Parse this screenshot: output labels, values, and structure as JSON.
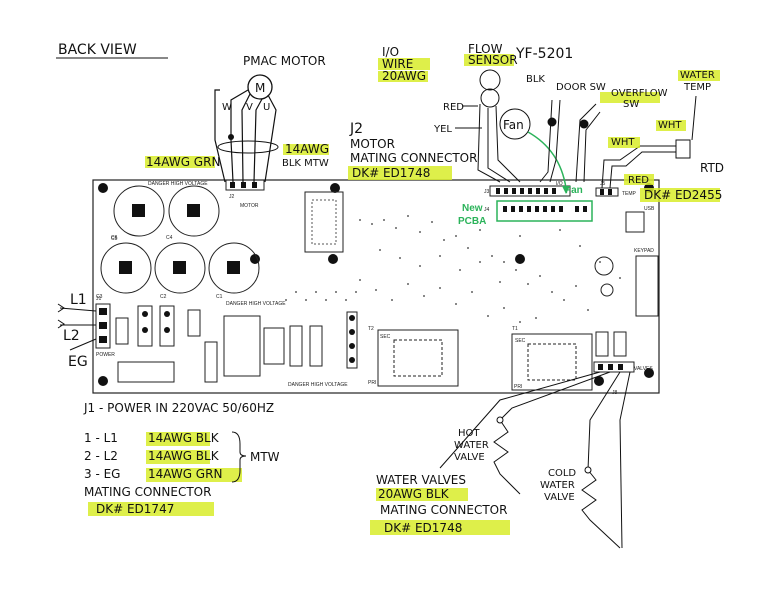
{
  "title": "BACK VIEW",
  "colors": {
    "highlight": "#d8ec2a",
    "annotation": "#2bb35a",
    "ink": "#111111"
  },
  "motor": {
    "label": "PMAC MOTOR",
    "symbol": "M",
    "terminals": [
      "W",
      "V",
      "U"
    ],
    "ground_wire": "14AWG GRN",
    "wire_spec": "14AWG",
    "wire_spec2": "BLK MTW",
    "connector_title": "J2",
    "connector_line1": "MOTOR",
    "connector_line2": "MATING CONNECTOR",
    "connector_part": "DK# ED1748"
  },
  "io": {
    "line1": "I/O",
    "line2": "WIRE",
    "line3": "20AWG"
  },
  "flow": {
    "line1": "FLOW",
    "line2": "SENSOR",
    "model": "YF-5201",
    "wires": [
      "BLK",
      "RED",
      "YEL"
    ]
  },
  "fan": {
    "label": "Fan",
    "arrow_label": "Fan"
  },
  "door_switch": "DOOR SW",
  "overflow": {
    "line1": "OVERFLOW",
    "line2": "SW"
  },
  "water_temp": {
    "line1": "WATER",
    "line2": "TEMP",
    "sensor": "RTD",
    "wires": [
      "WHT",
      "WHT",
      "RED"
    ],
    "part": "DK# ED2455"
  },
  "pcba": {
    "line1": "New",
    "line2": "PCBA"
  },
  "board_labels": {
    "danger_top": "DANGER HIGH VOLTAGE",
    "danger_mid": "DANGER HIGH VOLTAGE",
    "danger_bottom": "DANGER HIGH VOLTAGE",
    "caps": [
      "C6",
      "C4",
      "C5",
      "C3",
      "C2",
      "C1"
    ],
    "j1": "J1",
    "power": "POWER",
    "j2": "J2",
    "j3": "J3",
    "j4": "J4",
    "j5": "J5",
    "j6": "J6",
    "j7": "J7",
    "j8": "J8",
    "t1": "T1",
    "t2": "T2",
    "sec": "SEC",
    "pri": "PRI",
    "keypad": "KEYPAD",
    "usb": "USB",
    "flow_lbl": "FLOW",
    "temp_lbl": "TEMP",
    "valves": "VALVES",
    "motor_lbl": "MOTOR",
    "io_lbl": "I/O",
    "l1": "L1",
    "l2": "L2"
  },
  "power_in": {
    "line_labels": [
      "L1",
      "L2",
      "EG"
    ],
    "title": "J1 - POWER IN 220VAC 50/60HZ",
    "rows": [
      {
        "pin": "1 - L1",
        "spec": "14AWG BLK"
      },
      {
        "pin": "2 - L2",
        "spec": "14AWG BLK"
      },
      {
        "pin": "3 - EG",
        "spec": "14AWG GRN"
      }
    ],
    "group_label": "MTW",
    "connector_label": "MATING CONNECTOR",
    "connector_part": "DK# ED1747"
  },
  "valves": {
    "hot_line1": "HOT",
    "hot_line2": "WATER",
    "hot_line3": "VALVE",
    "cold_line1": "COLD",
    "cold_line2": "WATER",
    "cold_line3": "VALVE",
    "wire_line1": "WATER VALVES",
    "wire_line2": "20AWG BLK",
    "connector_label": "MATING CONNECTOR",
    "connector_part": "DK# ED1748"
  }
}
